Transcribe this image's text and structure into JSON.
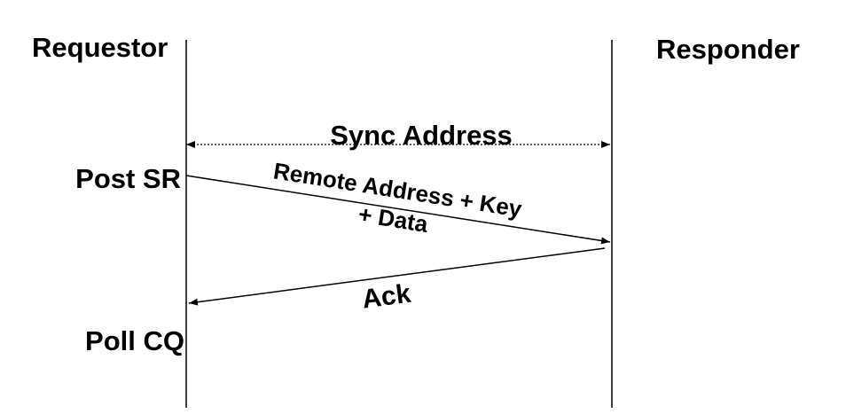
{
  "diagram": {
    "left_participant": "Requestor",
    "right_participant": "Responder",
    "left_events": [
      "Post SR",
      "Poll CQ"
    ],
    "messages": {
      "sync": "Sync Address",
      "request_line1": "Remote Address + Key",
      "request_line2": "+ Data",
      "ack": "Ack"
    }
  }
}
